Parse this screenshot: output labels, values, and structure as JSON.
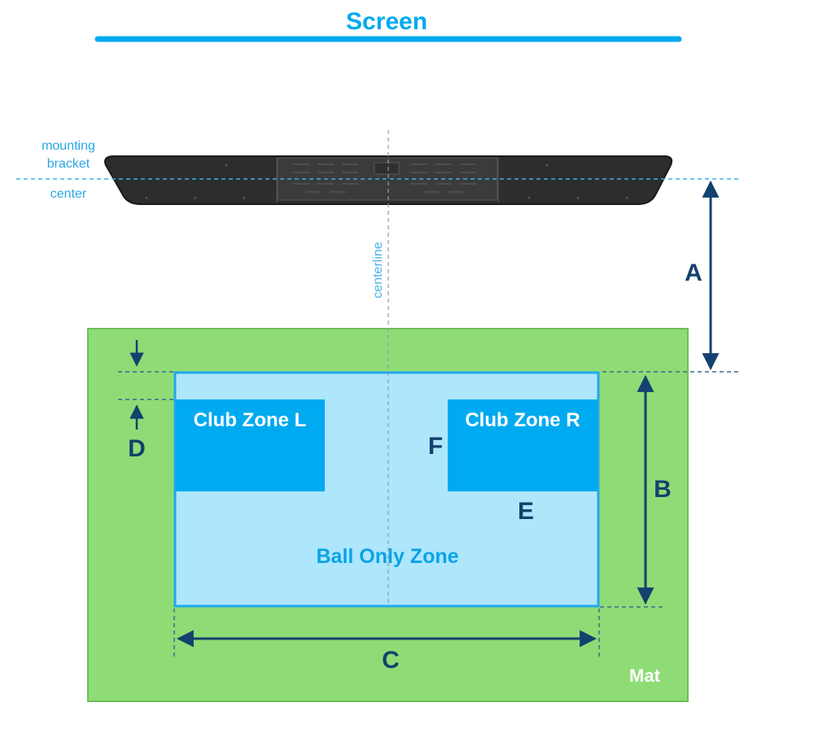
{
  "labels": {
    "screen": "Screen",
    "mounting_bracket_center": [
      "mounting",
      "bracket",
      "center"
    ],
    "centerline": "centerline",
    "dimension_a": "A",
    "dimension_b": "B",
    "dimension_c": "C",
    "dimension_d": "D",
    "dimension_e": "E",
    "dimension_f": "F",
    "club_zone_left": "Club Zone L",
    "club_zone_right": "Club Zone R",
    "ball_only_zone": "Ball Only Zone",
    "mat": "Mat"
  },
  "icons": [
    "mounting-bracket-icon",
    "arrow-icon"
  ],
  "colors": {
    "screen_accent": "#00a9f0",
    "dimension_navy": "#14416e",
    "mat_green": "#8fdc76",
    "hit_zone_light_blue": "#aee6fb",
    "club_zone_blue": "#00aaf0",
    "bracket_dark": "#2d2d2d",
    "guide_dash_blue": "#3ab0ec"
  }
}
